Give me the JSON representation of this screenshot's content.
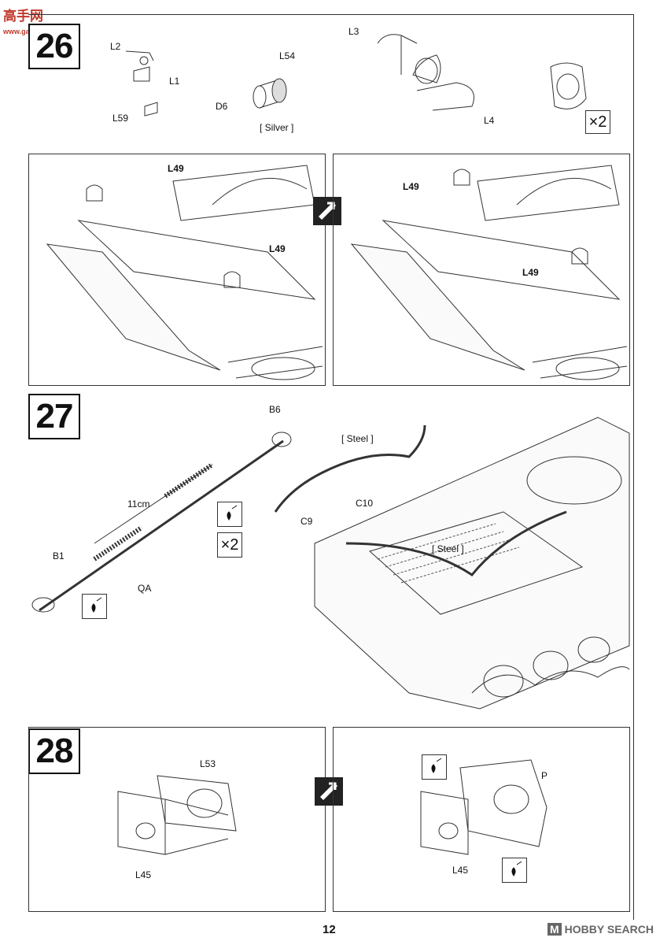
{
  "watermark_top": {
    "logo": "高手网",
    "url": "www.gaoshou.com"
  },
  "watermark_bottom": {
    "brand": "HOBBY SEARCH",
    "mark": "M"
  },
  "page_number": "12",
  "steps": [
    {
      "number": "26",
      "parts": [
        "L2",
        "L1",
        "L59",
        "L54",
        "D6",
        "[ Silver ]",
        "L3",
        "L4"
      ],
      "multiplier": "×2",
      "left_view_labels": [
        "L49",
        "L49"
      ],
      "right_view_labels": [
        "L49",
        "L49"
      ]
    },
    {
      "number": "27",
      "parts": [
        "B6",
        "11cm",
        "B1",
        "QA",
        "×2"
      ],
      "vehicle_labels": [
        "[ Steel ]",
        "C9",
        "C10",
        "[ Steel ]"
      ]
    },
    {
      "number": "28",
      "left_view_labels": [
        "L53",
        "L45"
      ],
      "right_view_labels": [
        "P",
        "L45"
      ]
    }
  ],
  "colors": {
    "line": "#333333",
    "ink": "#111111"
  }
}
